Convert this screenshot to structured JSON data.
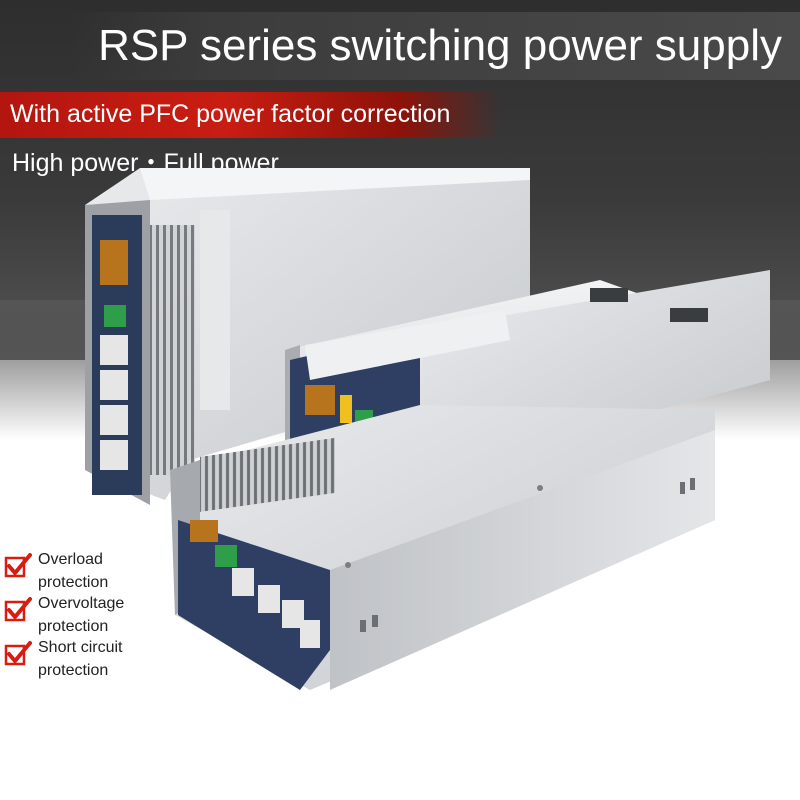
{
  "header": {
    "title": "RSP series switching power supply",
    "pfc_banner": "With active PFC power factor correction",
    "tagline": "High power・Full power"
  },
  "features": [
    {
      "text": "Overload protection",
      "icon": "check-mark-icon"
    },
    {
      "text": "Overvoltage protection",
      "icon": "check-mark-icon"
    },
    {
      "text": "Short circuit protection",
      "icon": "check-mark-icon"
    }
  ],
  "colors": {
    "banner_red": "#c91d12",
    "check_red": "#d81c12",
    "background_dark": "#3a3a3a",
    "casing_silver": "#d8dadc"
  }
}
